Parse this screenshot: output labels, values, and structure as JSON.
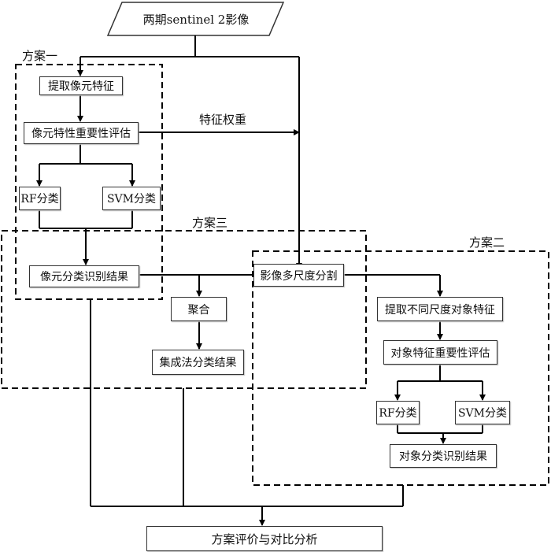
{
  "input": "两期sentinel 2影像",
  "scheme_labels": {
    "scheme1": "方案一",
    "scheme2": "方案二",
    "scheme3": "方案三"
  },
  "feature_weight": "特征权重",
  "scheme1": {
    "extract_pixel_features": "提取像元特征",
    "pixel_feature_importance": "像元特性重要性评估",
    "rf": "RF分类",
    "svm": "SVM分类",
    "pixel_result": "像元分类识别结果"
  },
  "scheme3": {
    "aggregate": "聚合",
    "ensemble_result": "集成法分类结果"
  },
  "scheme2": {
    "segmentation": "影像多尺度分割",
    "extract_object_features": "提取不同尺度对象特征",
    "object_feature_importance": "对象特征重要性评估",
    "rf": "RF分类",
    "svm": "SVM分类",
    "object_result": "对象分类识别结果"
  },
  "final": "方案评价与对比分析"
}
